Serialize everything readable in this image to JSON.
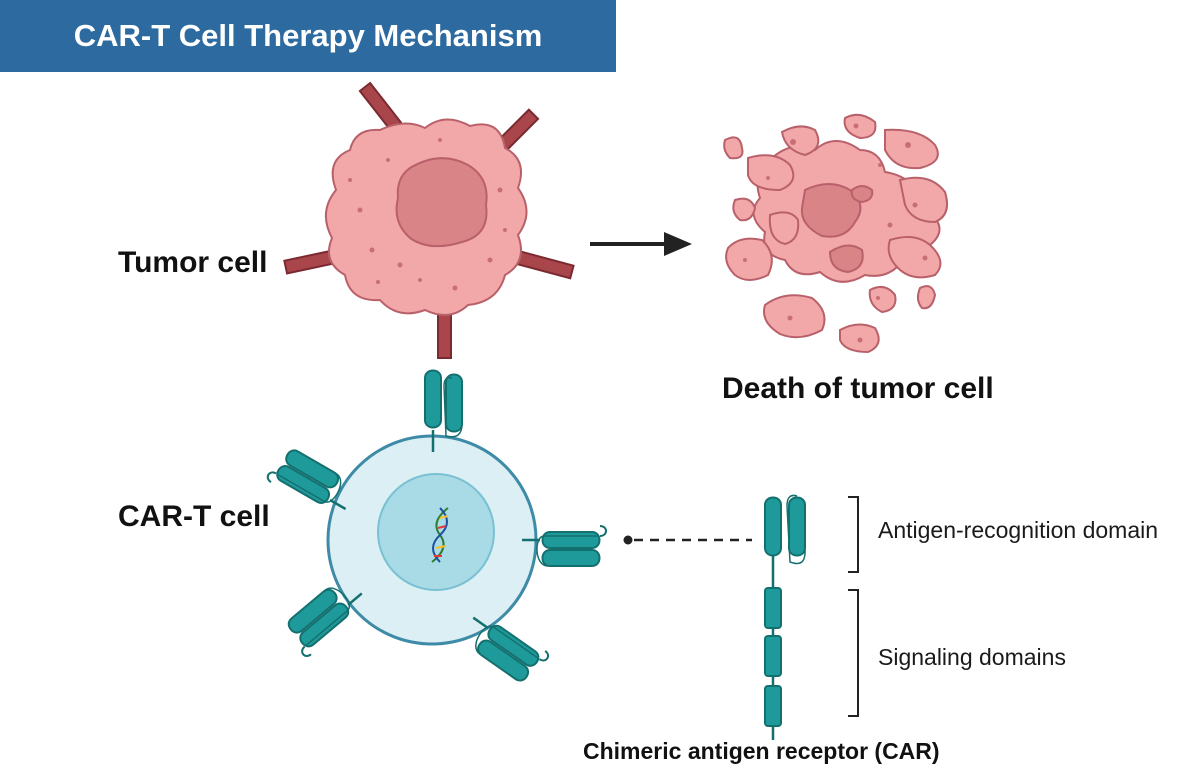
{
  "title": "CAR-T Cell Therapy Mechanism",
  "labels": {
    "tumor_cell": "Tumor cell",
    "death_of_tumor_cell": "Death of tumor cell",
    "car_t_cell": "CAR-T cell",
    "antigen_recognition_domain": "Antigen-recognition domain",
    "signaling_domains": "Signaling domains",
    "car_caption": "Chimeric antigen receptor (CAR)"
  },
  "colors": {
    "banner": "#2c6aa0",
    "tumor_fill": "#f2a8a8",
    "tumor_nucleus": "#d98486",
    "antigen_spike": "#a8464b",
    "receptor_teal": "#1f9a9b",
    "t_cell_fill": "#dceff5",
    "t_cell_nucleus": "#a9dbe6"
  }
}
